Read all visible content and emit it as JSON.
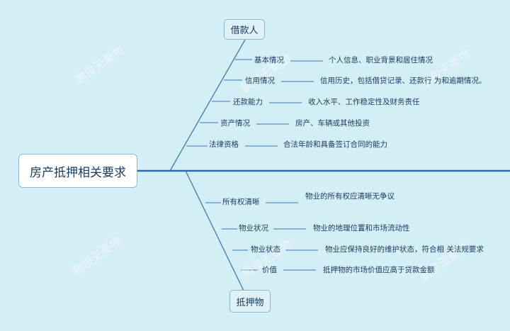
{
  "root": {
    "label": "房产抵押相关要求"
  },
  "borrower": {
    "label": "借款人",
    "items": [
      {
        "label": "基本情况",
        "desc": "个人信息、职业背景和居住情况"
      },
      {
        "label": "信用情况",
        "desc": "信用历史，包括借贷记录、还款行 为和逾期情况。"
      },
      {
        "label": "还款能力",
        "desc": "收入水平、工作稳定性及财务责任"
      },
      {
        "label": "资产情况",
        "desc": "房产、车辆或其他投资"
      },
      {
        "label": "法律资格",
        "desc": "合法年龄和具备签订合同的能力"
      }
    ]
  },
  "collateral": {
    "label": "抵押物",
    "items": [
      {
        "label": "所有权清晰",
        "desc": "物业的所有权应清晰无争议"
      },
      {
        "label": "物业状况",
        "desc": "物业的地理位置和市场流动性"
      },
      {
        "label": "物业状态",
        "desc": "物业应保持良好的维护状态，符合相 关法规要求"
      },
      {
        "label": "价值",
        "desc": "抵押物的市场价值应高于贷款金额"
      }
    ]
  },
  "watermark": "鹏俊无憂物",
  "colors": {
    "background": "#d4eef6",
    "trunk": "#2b6aa8",
    "branch": "#3c78b4",
    "text": "#1a3a5c"
  }
}
